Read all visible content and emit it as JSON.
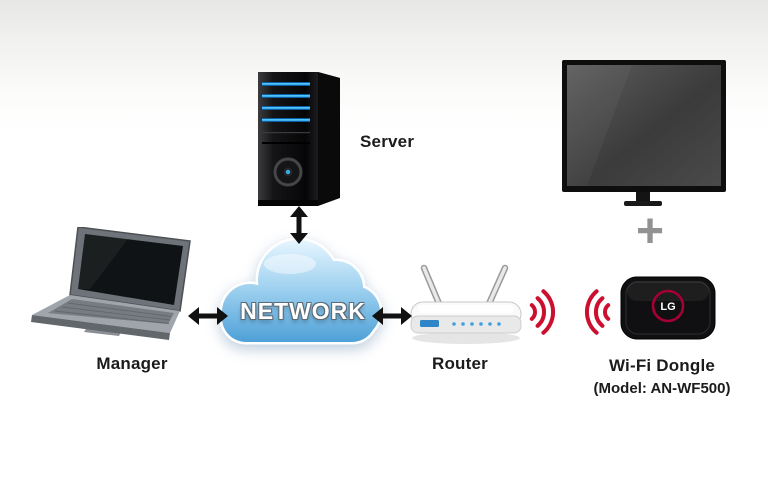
{
  "diagram": {
    "network_label": "NETWORK",
    "plus_sign": "+",
    "nodes": {
      "server": {
        "label": "Server"
      },
      "manager": {
        "label": "Manager"
      },
      "router": {
        "label": "Router"
      },
      "dongle": {
        "label": "Wi-Fi Dongle",
        "model": "(Model: AN-WF500)",
        "logo_text": "LG"
      }
    },
    "colors": {
      "wifi_signal_red": "#cc0f2f",
      "lg_red": "#a50034",
      "cloud_blue": "#3f97d3",
      "label_color": "#1b1b1b"
    }
  }
}
